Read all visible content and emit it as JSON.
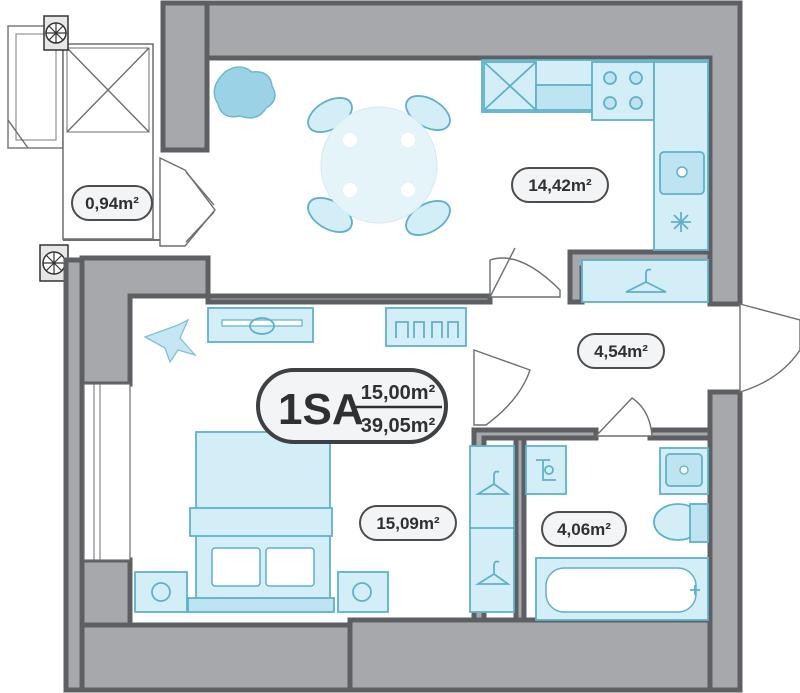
{
  "unit": {
    "code": "1SA",
    "living_area": "15,00m²",
    "total_area": "39,05m²"
  },
  "rooms": {
    "balcony_area": "0,94m²",
    "kitchen_area": "14,42m²",
    "hall_area": "4,54m²",
    "bedroom_area": "15,09m²",
    "bathroom_area": "4,06m²"
  },
  "colors": {
    "wall": "#a6a8ab",
    "wall_outline": "#5d5f62",
    "furniture_fill": "#d3eef6",
    "furniture_stroke": "#5fb1cb",
    "label_outline": "#4a4c4f"
  },
  "icons": [
    "balcony-vent-icon",
    "hanger-icon",
    "snowflake-icon",
    "plant-icon",
    "sink-icon",
    "stove-icon"
  ]
}
